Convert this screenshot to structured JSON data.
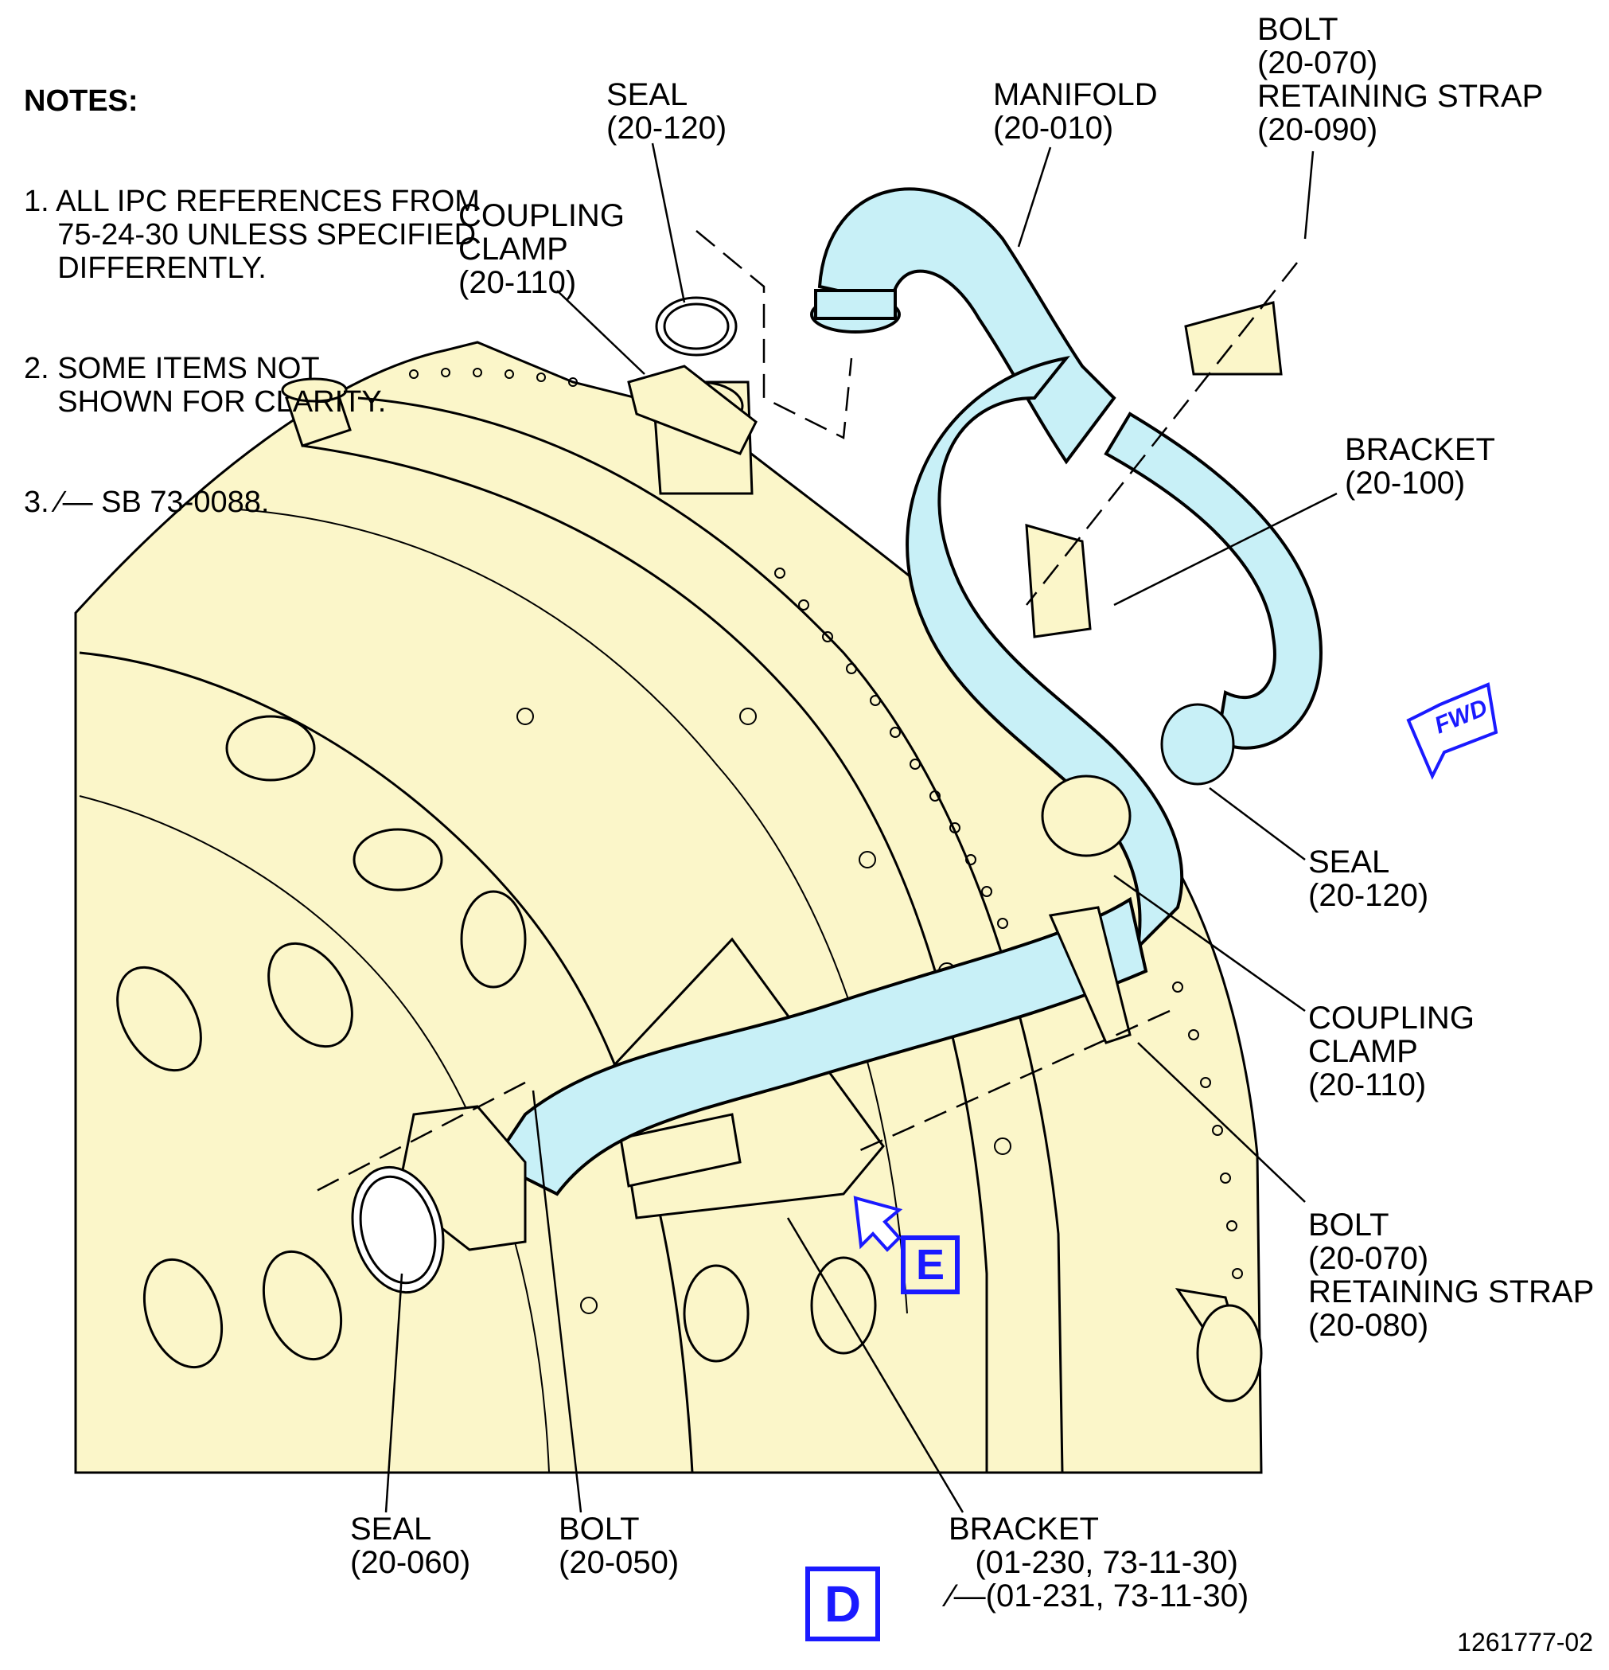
{
  "notes": {
    "heading": "NOTES:",
    "items": [
      "1. ALL IPC REFERENCES FROM\n    75-24-30 UNLESS SPECIFIED\n    DIFFERENTLY.",
      "2. SOME ITEMS NOT\n    SHOWN FOR CLARITY.",
      "3. ∕— SB 73-0088."
    ]
  },
  "labels": {
    "seal_top": "SEAL\n(20-120)",
    "manifold": "MANIFOLD\n(20-010)",
    "bolt_strap_top": "BOLT\n(20-070)\nRETAINING STRAP\n(20-090)",
    "coupling_clamp_top": "COUPLING\nCLAMP\n(20-110)",
    "bracket_right": "BRACKET\n(20-100)",
    "seal_right": "SEAL\n(20-120)",
    "coupling_clamp_right": "COUPLING\nCLAMP\n(20-110)",
    "bolt_strap_right": "BOLT\n(20-070)\nRETAINING STRAP\n(20-080)",
    "seal_bottom": "SEAL\n(20-060)",
    "bolt_bottom": "BOLT\n(20-050)",
    "bracket_bottom": "BRACKET\n   (01-230, 73-11-30)\n∕—(01-231, 73-11-30)"
  },
  "fwd_label": "FWD",
  "view_e": "E",
  "view_d": "D",
  "figure_number": "1261777-02",
  "colors": {
    "engine_case": "#fbf6c9",
    "manifold": "#c8f0f7",
    "outline": "#000000",
    "accent_blue": "#1a1aff"
  }
}
